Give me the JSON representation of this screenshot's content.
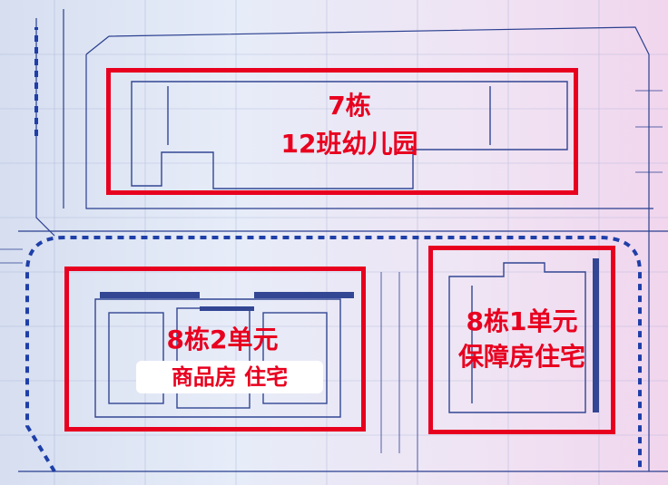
{
  "zones": [
    {
      "id": "building-7",
      "line1": "7栋",
      "line2": "12班幼儿园"
    },
    {
      "id": "building-8-unit-2",
      "line1": "8栋2单元",
      "line2": "商品房  住宅"
    },
    {
      "id": "building-8-unit-1",
      "line1": "8栋1单元",
      "line2": "保障房住宅"
    }
  ],
  "colors": {
    "highlight": "#e8001f",
    "drawing_line": "#2a3f8f",
    "road_dash": "#1f3fa8",
    "background": "#e6ecf8"
  }
}
